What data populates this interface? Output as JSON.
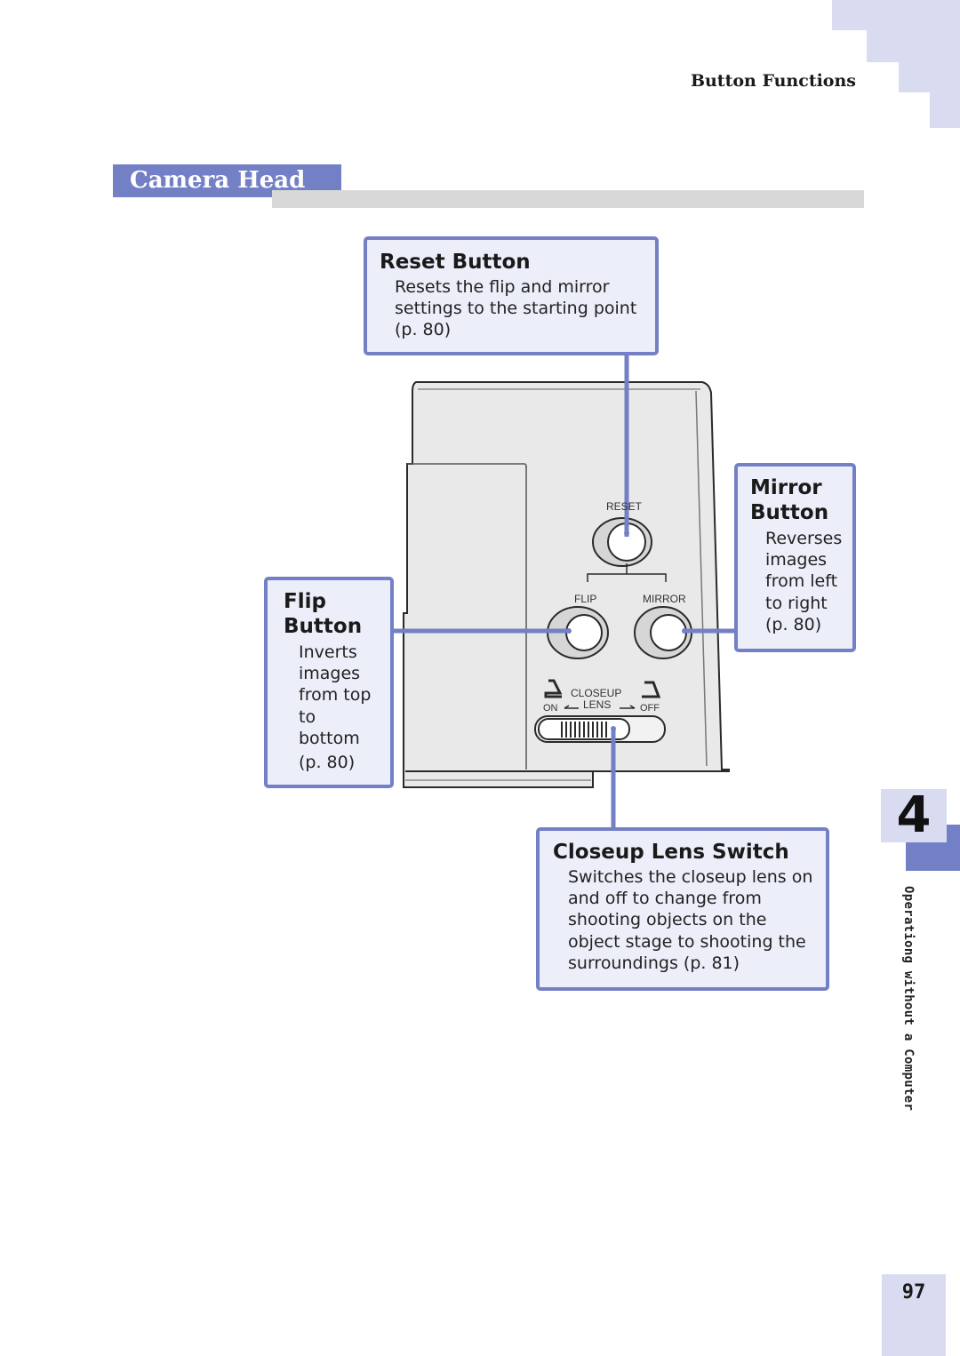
{
  "header": {
    "section": "Button Functions",
    "title": "Camera Head"
  },
  "callouts": {
    "reset": {
      "title": "Reset Button",
      "lines": [
        "Resets the flip and mirror",
        "settings to the starting point",
        "(p. 80)"
      ]
    },
    "mirror": {
      "title_lines": [
        "Mirror",
        "Button"
      ],
      "lines": [
        "Reverses",
        "images",
        "from left",
        "to right",
        "(p. 80)"
      ]
    },
    "flip": {
      "title_lines": [
        "Flip",
        "Button"
      ],
      "lines": [
        "Inverts",
        "images",
        "from top",
        "to",
        "bottom",
        "(p. 80)"
      ]
    },
    "closeup": {
      "title": "Closeup Lens Switch",
      "lines": [
        "Switches the closeup lens on",
        "and off to change from",
        "shooting objects on the",
        "object stage to shooting the",
        "surroundings (p. 81)"
      ]
    }
  },
  "device": {
    "reset_label": "RESET",
    "flip_label": "FLIP",
    "mirror_label": "MIRROR",
    "closeup_label": "CLOSEUP",
    "lens_label": "LENS",
    "on_label": "ON",
    "off_label": "OFF"
  },
  "sidebar": {
    "chapter": "4",
    "chapter_title": "Operationg without a Computer"
  },
  "footer": {
    "page_number": "97"
  },
  "colors": {
    "accent": "#7480c6",
    "callout_bg": "#eceef9",
    "tab_light": "#d9dcf0",
    "device_body": "#e8e8e8"
  }
}
